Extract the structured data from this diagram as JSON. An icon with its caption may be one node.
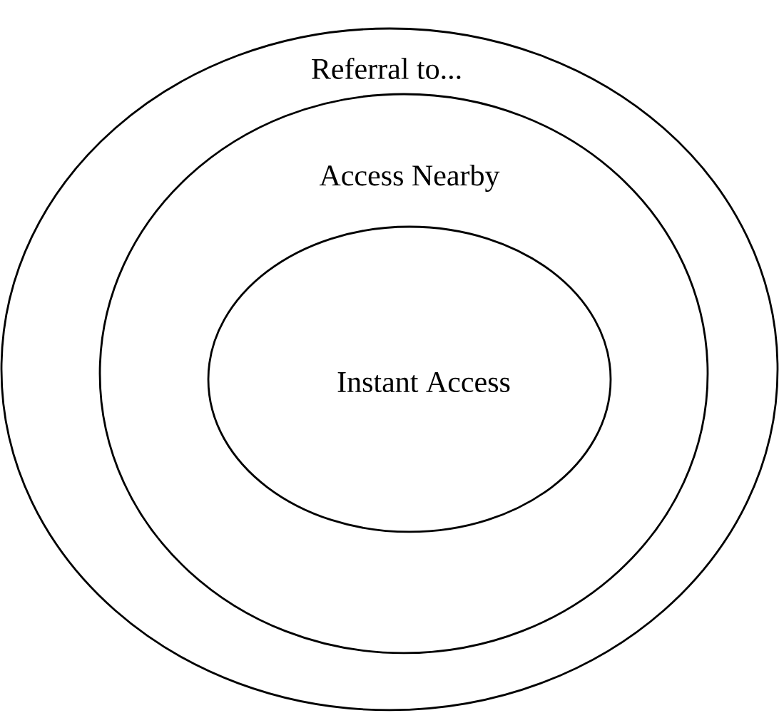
{
  "diagram": {
    "nodes": [
      {
        "text": [
          "Referral to..."
        ]
      },
      {
        "text": [
          "Access Nearby"
        ],
        "in": 0
      },
      {
        "text": [
          "Instant Access"
        ],
        "in": 1
      }
    ]
  }
}
